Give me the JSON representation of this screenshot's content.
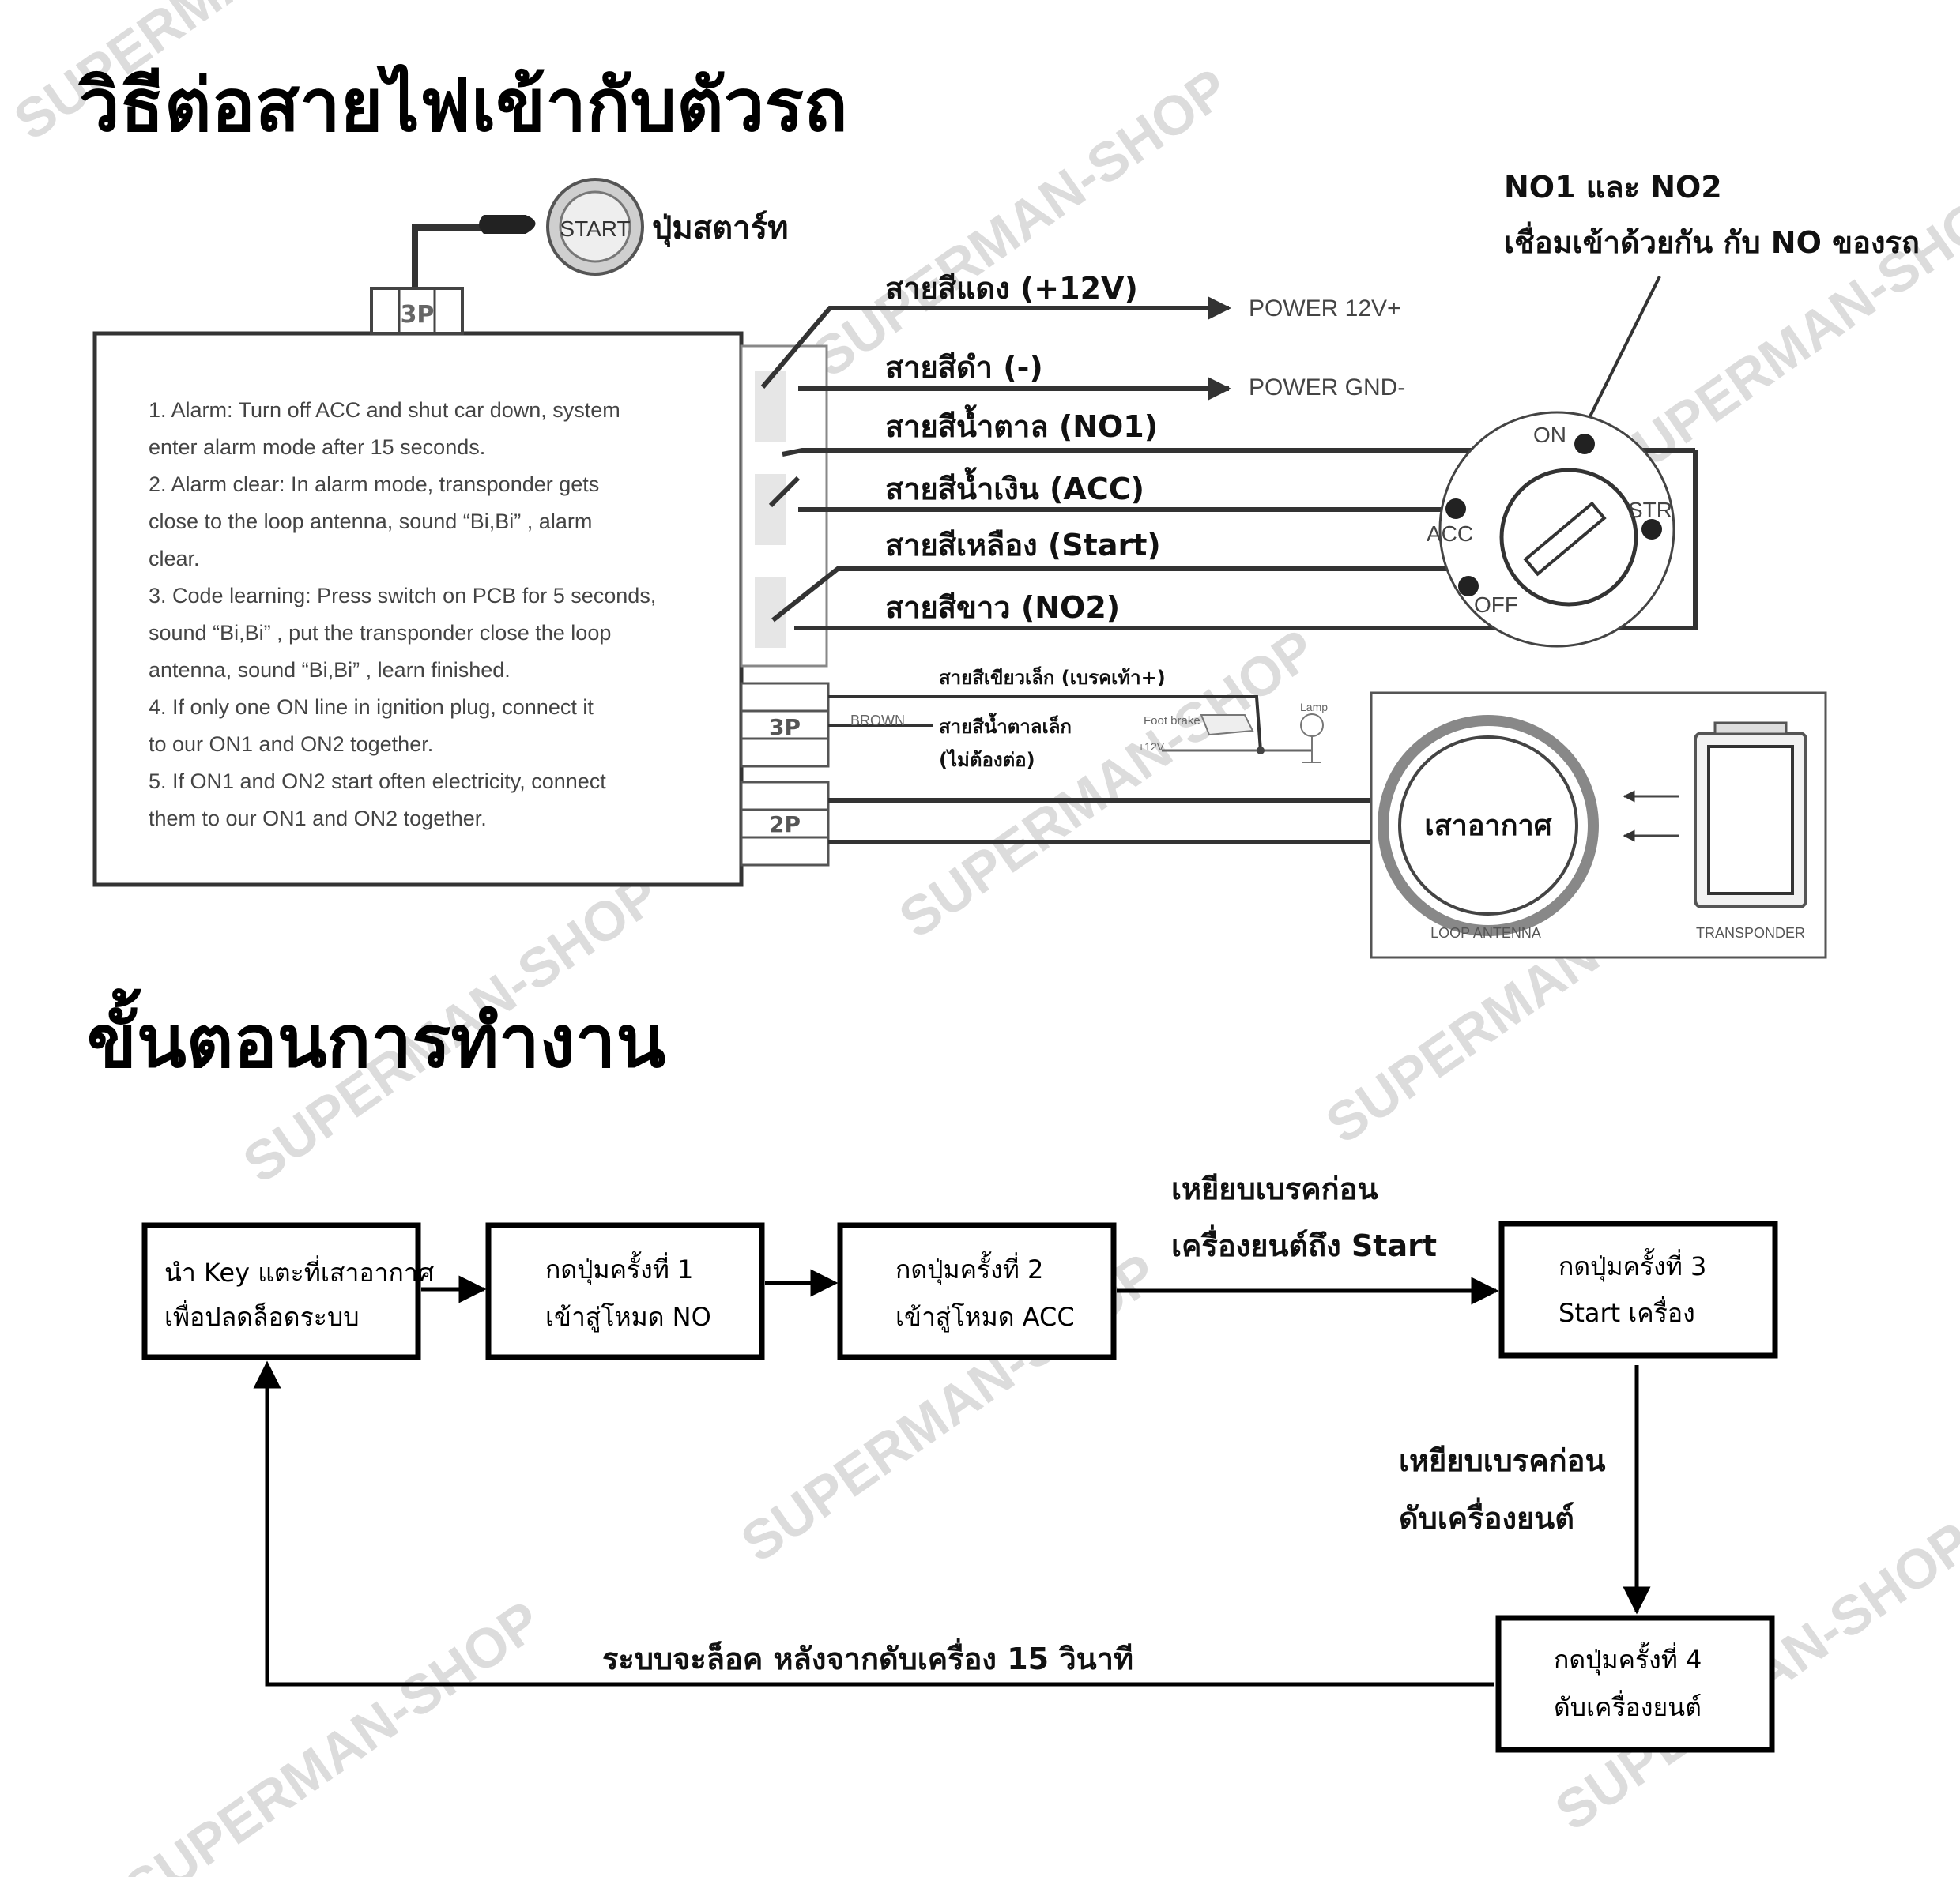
{
  "titles": {
    "wiring": "วิธีต่อสายไฟเข้ากับตัวรถ",
    "process": "ขั้นตอนการทำงาน"
  },
  "start_button": {
    "button_text": "START",
    "label": "ปุ่มสตาร์ท"
  },
  "module": {
    "connector_top": "3P",
    "connector_mid": "3P",
    "connector_bottom": "2P",
    "instructions": [
      "1. Alarm: Turn off ACC and shut car down, system",
      "enter alarm mode after 15 seconds.",
      "2. Alarm clear: In alarm mode, transponder gets",
      "close to the loop antenna, sound  “Bi,Bi” , alarm",
      "clear.",
      "3. Code learning: Press switch on PCB for 5 seconds,",
      "sound  “Bi,Bi” , put the transponder close the loop",
      "antenna, sound  “Bi,Bi” , learn finished.",
      "4. If only one ON line in ignition plug, connect it",
      "to our ON1 and ON2 together.",
      "5. If ON1 and  ON2 start often electricity, connect",
      "them to  our ON1 and  ON2 together."
    ]
  },
  "wires": {
    "red": "สายสีแดง (+12V)",
    "black": "สายสีดำ (-)",
    "brown": "สายสีน้ำตาล (NO1)",
    "blue": "สายสีน้ำเงิน (ACC)",
    "yellow": "สายสีเหลือง (Start)",
    "white": "สายสีขาว (NO2)",
    "green_small": "สายสีเขียวเล็ก (เบรคเท้า+)",
    "brown_small": "สายสีน้ำตาลเล็ก",
    "brown_small_note": "(ไม่ต้องต่อ)",
    "brown_tag": "BROWN"
  },
  "power": {
    "plus": "POWER 12V+",
    "gnd": "POWER GND-"
  },
  "note_no": {
    "line1": "NO1 และ NO2",
    "line2": "เชื่อมเข้าด้วยกัน กับ NO ของรถ"
  },
  "ignition": {
    "on": "ON",
    "acc": "ACC",
    "str": "STR",
    "off": "OFF"
  },
  "brake": {
    "foot_brake": "Foot brake",
    "lamp": "Lamp",
    "plus12": "+12V"
  },
  "antenna": {
    "center": "เสาอากาศ",
    "loop_label": "LOOP ANTENNA",
    "transponder_label": "TRANSPONDER"
  },
  "flow": {
    "box1": [
      "นำ Key แตะที่เสาอากาศ",
      "เพื่อปลดล็อดระบบ"
    ],
    "box2": [
      "กดปุ่มครั้งที่ 1",
      "เข้าสู่โหมด NO"
    ],
    "box3": [
      "กดปุ่มครั้งที่ 2",
      "เข้าสู่โหมด ACC"
    ],
    "box4": [
      "กดปุ่มครั้งที่ 3",
      "Start เครื่อง"
    ],
    "box5": [
      "กดปุ่มครั้งที่ 4",
      "ดับเครื่องยนต์"
    ],
    "label_top": [
      "เหยียบเบรคก่อน",
      "เครื่องยนต์ถึง Start"
    ],
    "label_right": [
      "เหยียบเบรคก่อน",
      "ดับเครื่องยนต์"
    ],
    "label_bottom": "ระบบจะล็อค หลังจากดับเครื่อง 15 วินาที"
  },
  "watermark": "SUPERMAN-SHOP",
  "colors": {
    "ink": "#1a1a1a",
    "line": "#333333",
    "soft": "#555555",
    "watermark": "#dcdcdc"
  }
}
